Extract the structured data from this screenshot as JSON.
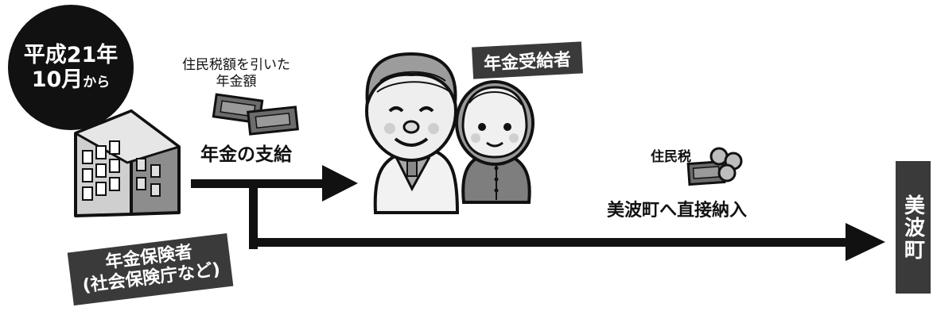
{
  "date_circle": {
    "line1": "平成21年",
    "line2_main": "10月",
    "line2_small": "から"
  },
  "flows": {
    "deduct_label_line1": "住民税額を引いた",
    "deduct_label_line2": "年金額",
    "payment_label": "年金の支給",
    "tax_label": "住民税",
    "direct_payment_label": "美波町へ直接納入"
  },
  "badges": {
    "recipient": "年金受給者",
    "insurer_line1": "年金保険者",
    "insurer_line2": "(社会保険庁など)",
    "town": "美波町"
  },
  "icons": [
    "building-icon",
    "banknote-icon",
    "elderly-couple-icon",
    "coin-icon",
    "arrow-right-icon"
  ]
}
